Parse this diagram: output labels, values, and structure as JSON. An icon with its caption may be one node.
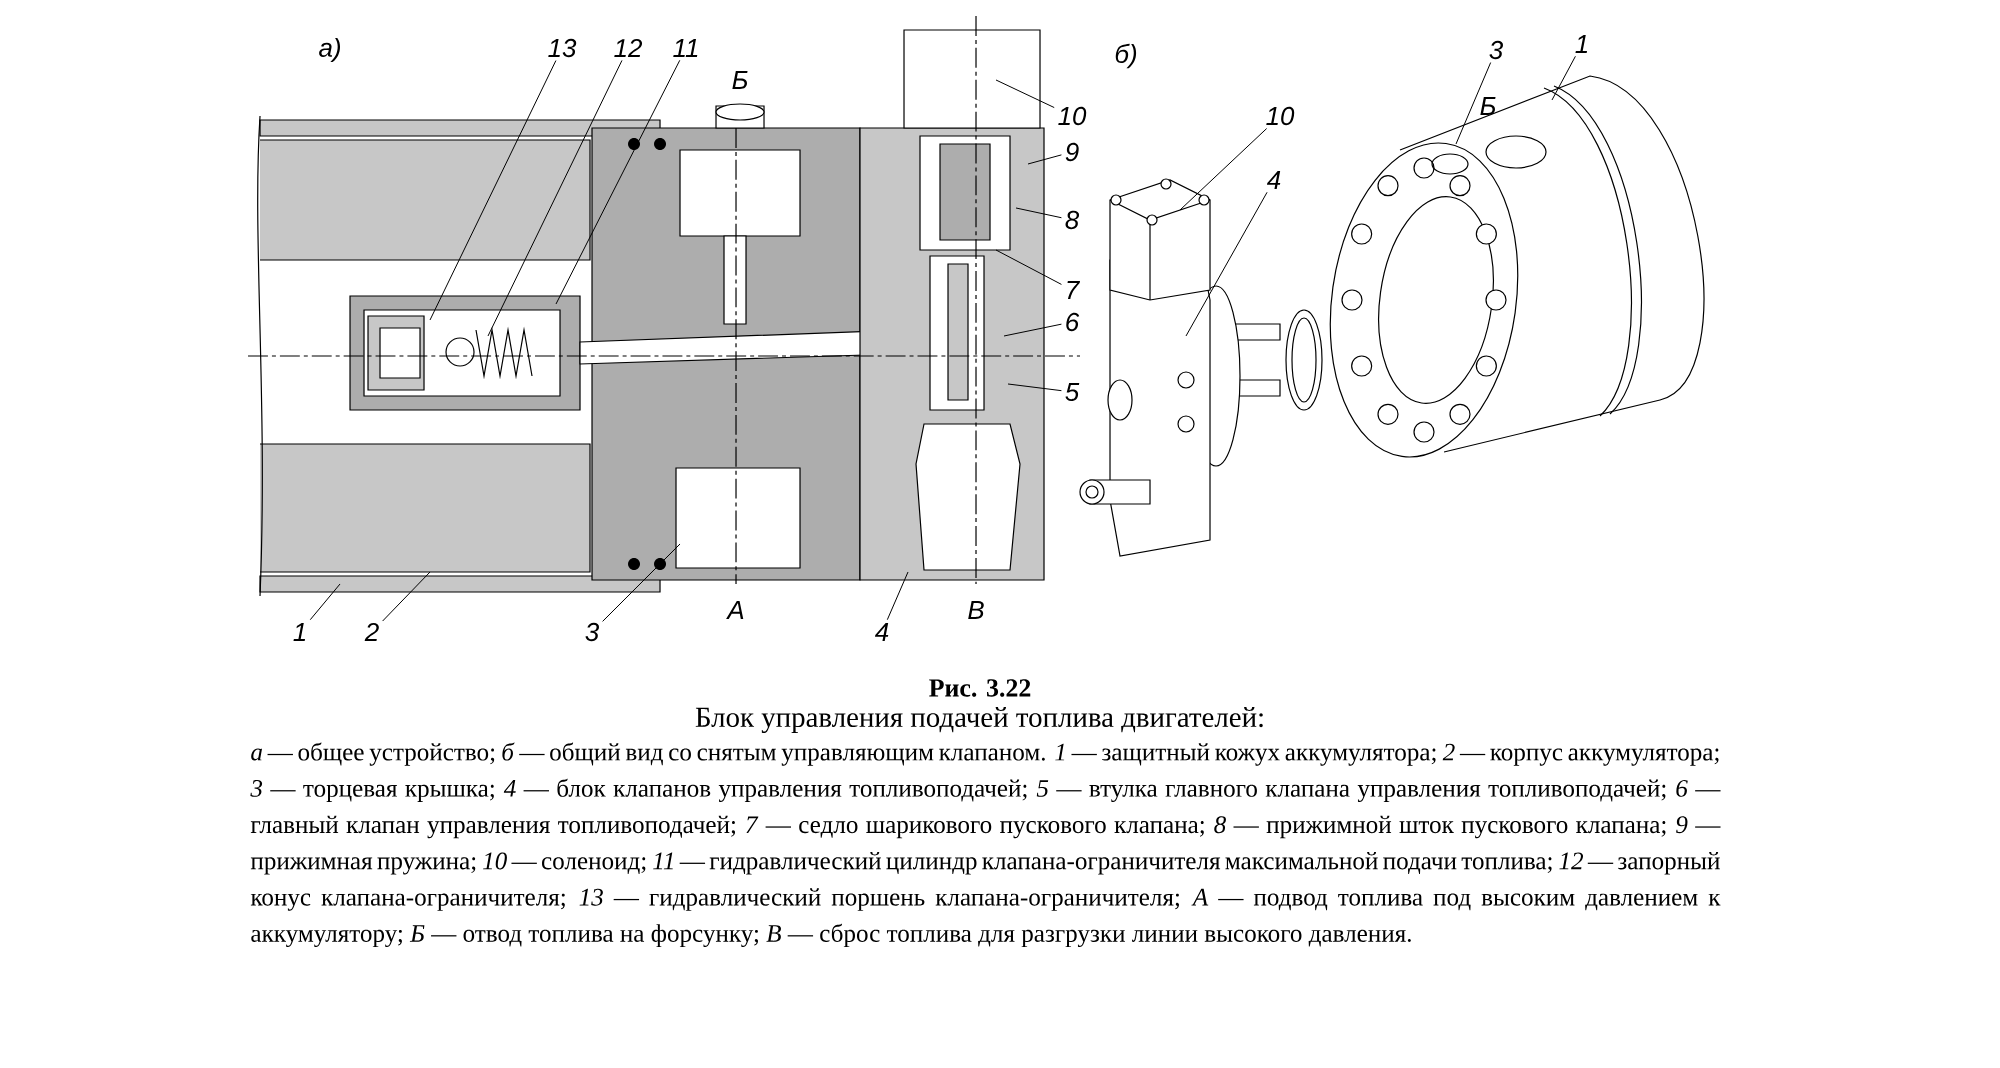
{
  "diagram": {
    "title": "Блок управления подачей топлива двигателей:",
    "caption": "*а* — общее устройство; *б* — общий вид со снятым управляющим клапаном. *1* — защитный кожух аккумулятора; *2* — корпус аккумулятора; *3* — торцевая крышка; *4* — блок клапанов управления топливоподачей; *5* — втулка главного клапана управления топливоподачей; *6* — главный клапан управления топливоподачей; *7* — седло шарикового пускового клапана; *8* — прижимной шток пускового клапана; *9* — прижимная пружина; *10* — соленоид; *11* — гидравлический цилиндр клапана-ограничителя максимальной подачи топлива; *12* — запорный конус клапана-ограничителя; *13* — гидравлический поршень клапана-ограничителя; *А* — подвод топлива под высоким давлением к аккумулятору; *Б* — отвод топлива на форсунку; *В* — сброс топлива для разгрузки линии высокого давления.",
    "nodes": [
      {
        "text": [
          "13"
        ]
      },
      {
        "text": [
          "12"
        ]
      },
      {
        "text": [
          "11"
        ]
      },
      {
        "text": [
          "10"
        ]
      },
      {
        "text": [
          "9"
        ]
      },
      {
        "text": [
          "8"
        ]
      },
      {
        "text": [
          "7"
        ]
      },
      {
        "text": [
          "6"
        ]
      },
      {
        "text": [
          "5"
        ]
      },
      {
        "text": [
          "1"
        ]
      },
      {
        "text": [
          "2"
        ]
      },
      {
        "text": [
          "3"
        ]
      },
      {
        "text": [
          "4"
        ]
      },
      {
        "text": [
          "10"
        ]
      },
      {
        "text": [
          "4"
        ]
      },
      {
        "text": [
          "3"
        ]
      },
      {
        "text": [
          "1"
        ]
      }
    ],
    "edges": [
      {
        "from": 0,
        "to": null,
        "arrow": "none"
      },
      {
        "from": 1,
        "to": null,
        "arrow": "none"
      },
      {
        "from": 2,
        "to": null,
        "arrow": "none"
      },
      {
        "from": 3,
        "to": null,
        "arrow": "none"
      },
      {
        "from": 4,
        "to": null,
        "arrow": "none"
      },
      {
        "from": 5,
        "to": null,
        "arrow": "none"
      },
      {
        "from": 6,
        "to": null,
        "arrow": "none"
      },
      {
        "from": 7,
        "to": null,
        "arrow": "none"
      },
      {
        "from": 8,
        "to": null,
        "arrow": "none"
      },
      {
        "from": 9,
        "to": null,
        "arrow": "none"
      },
      {
        "from": 10,
        "to": null,
        "arrow": "none"
      },
      {
        "from": 11,
        "to": null,
        "arrow": "none"
      },
      {
        "from": 12,
        "to": null,
        "arrow": "none"
      },
      {
        "from": 13,
        "to": null,
        "arrow": "none"
      },
      {
        "from": 14,
        "to": null,
        "arrow": "none"
      },
      {
        "from": 15,
        "to": null,
        "arrow": "none"
      },
      {
        "from": 16,
        "to": null,
        "arrow": "none"
      }
    ],
    "labels": [
      "а)",
      "Б",
      "А",
      "В",
      "б)",
      "Б",
      "Рис. 3.22"
    ]
  }
}
